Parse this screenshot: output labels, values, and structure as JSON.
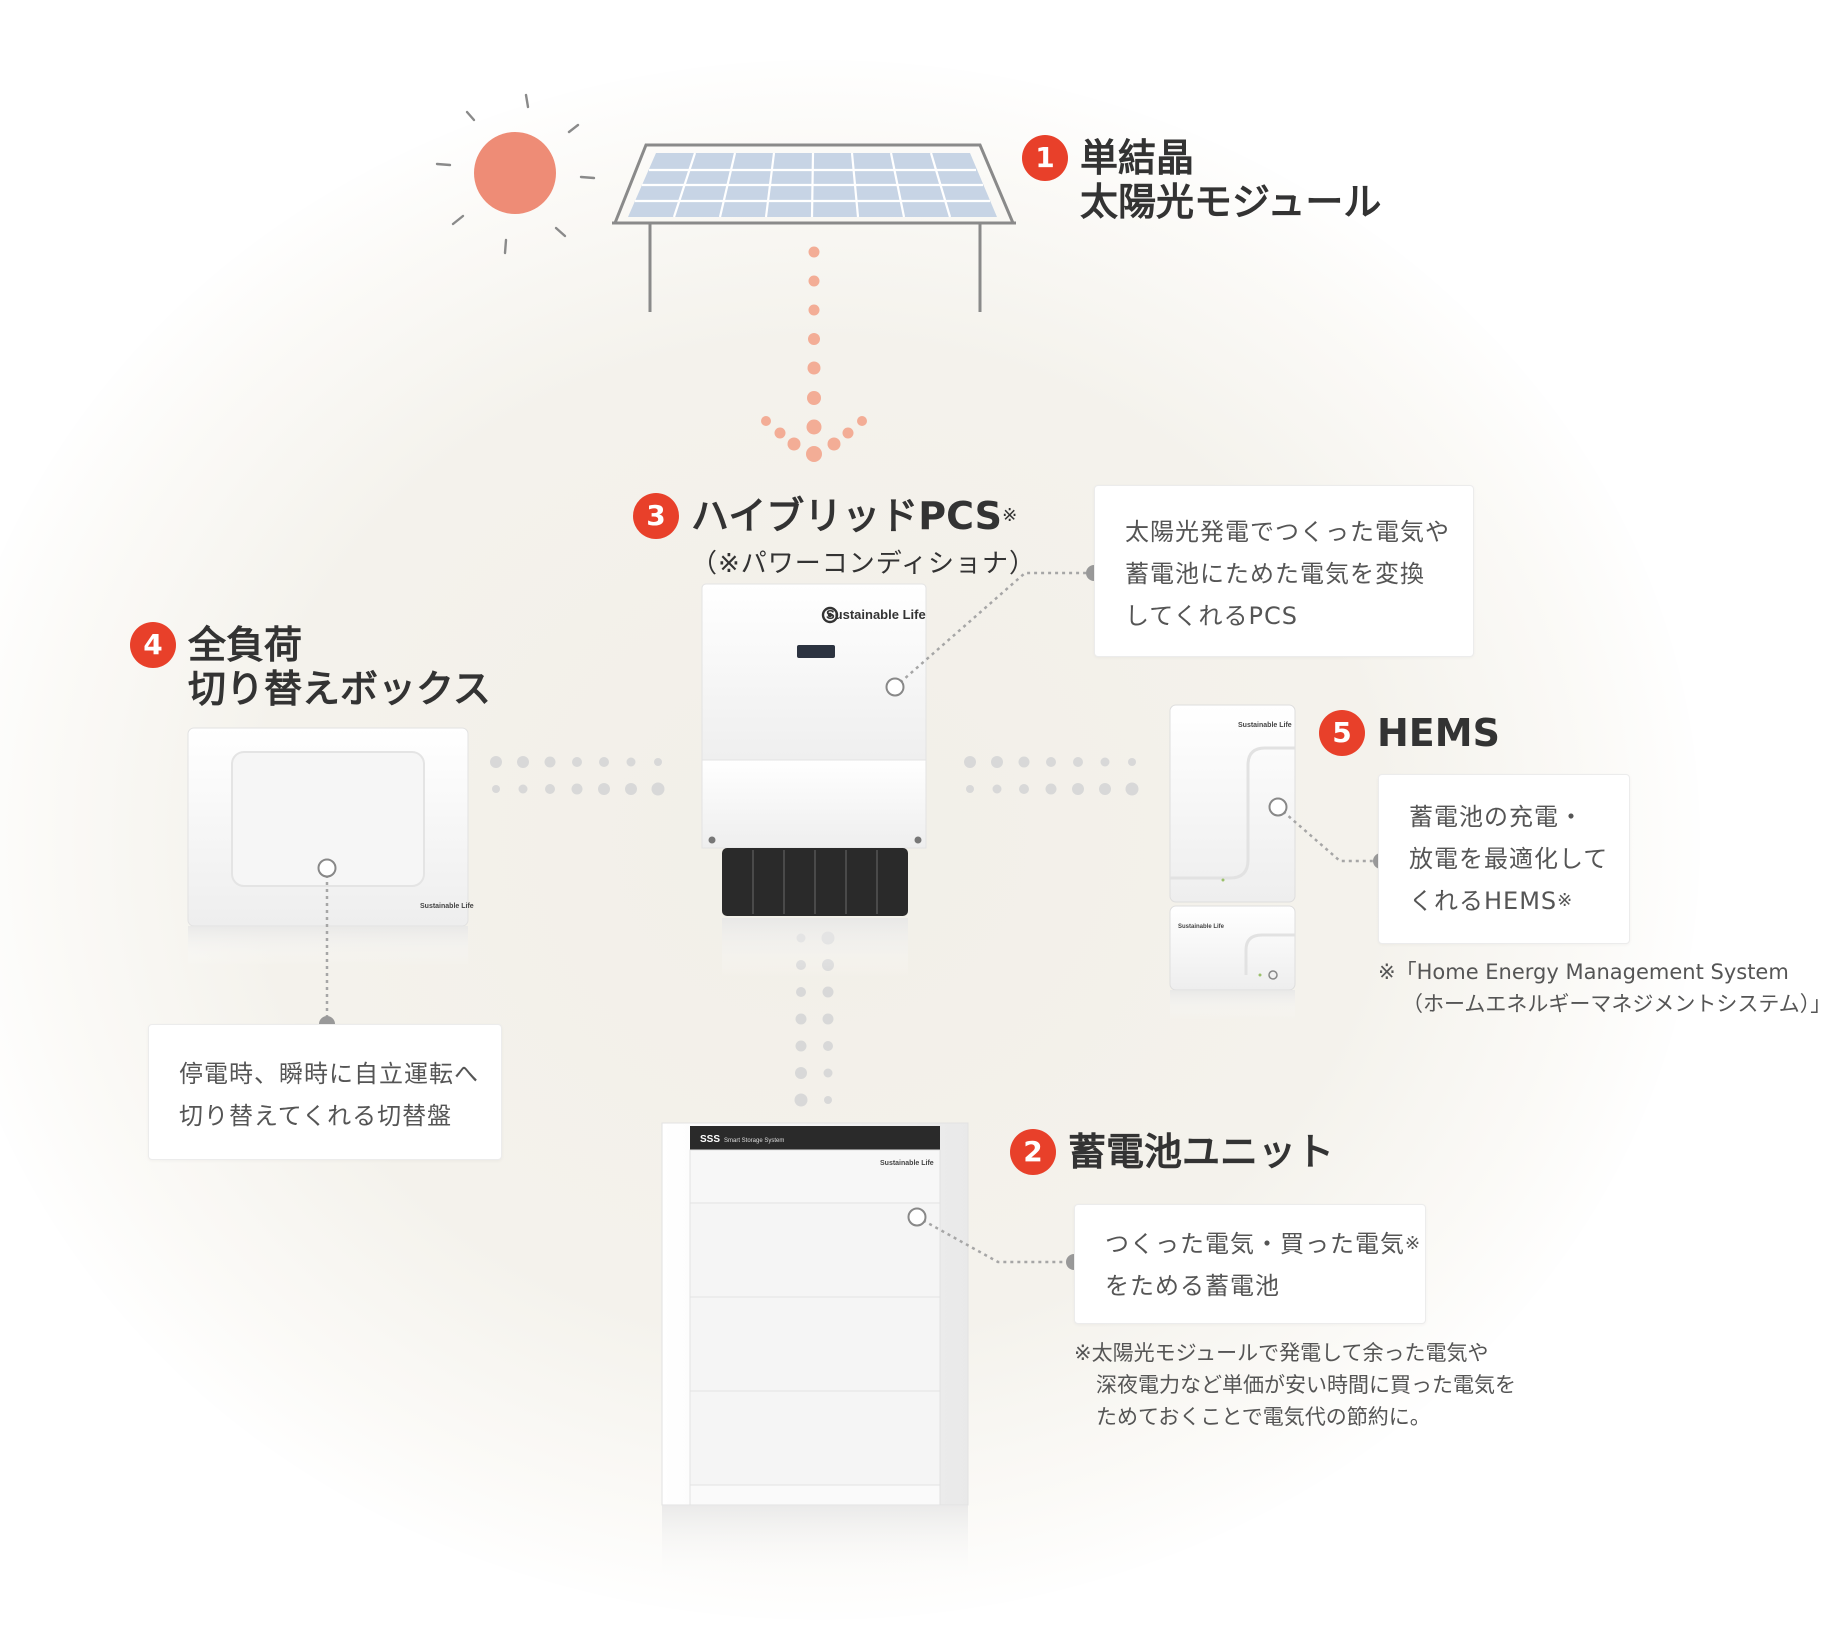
{
  "components": {
    "solar_module": {
      "num": "1",
      "line1": "単結晶",
      "line2": "太陽光モジュール"
    },
    "hybrid_pcs": {
      "num": "3",
      "title": "ハイブリッドPCS",
      "title_mark": "※",
      "subtitle": "（※パワーコンディショナ）",
      "desc": [
        "太陽光発電でつくった電気や",
        "蓄電池にためた電気を変換",
        "してくれるPCS"
      ]
    },
    "switch_box": {
      "num": "4",
      "line1": "全負荷",
      "line2": "切り替えボックス",
      "desc": [
        "停電時、瞬時に自立運転へ",
        "切り替えてくれる切替盤"
      ]
    },
    "hems": {
      "num": "5",
      "title": "HEMS",
      "desc": [
        "蓄電池の充電・",
        "放電を最適化して",
        "くれるHEMS"
      ],
      "desc_mark": "※",
      "note": [
        "※「Home Energy Management System",
        "（ホームエネルギーマネジメントシステム）」の略"
      ]
    },
    "battery": {
      "num": "2",
      "title": "蓄電池ユニット",
      "desc_line1": "つくった電気・買った電気",
      "desc_mark": "※",
      "desc_line2": "をためる蓄電池",
      "note": [
        "※太陽光モジュールで発電して余った電気や",
        "深夜電力など単価が安い時間に買った電気を",
        "ためておくことで電気代の節約に。"
      ]
    }
  },
  "device_labels": {
    "brand": "Sustainable Life",
    "battery_brand": "SSS",
    "battery_model": "Smart Storage System"
  },
  "colors": {
    "accent": "#e8402a",
    "sun": "#ee8c76",
    "flow_dots": "#f3ad96",
    "connector_dots": "#d8d8d8",
    "leader_line": "#a6a6a6",
    "panel_cell": "#c7d4e5"
  }
}
